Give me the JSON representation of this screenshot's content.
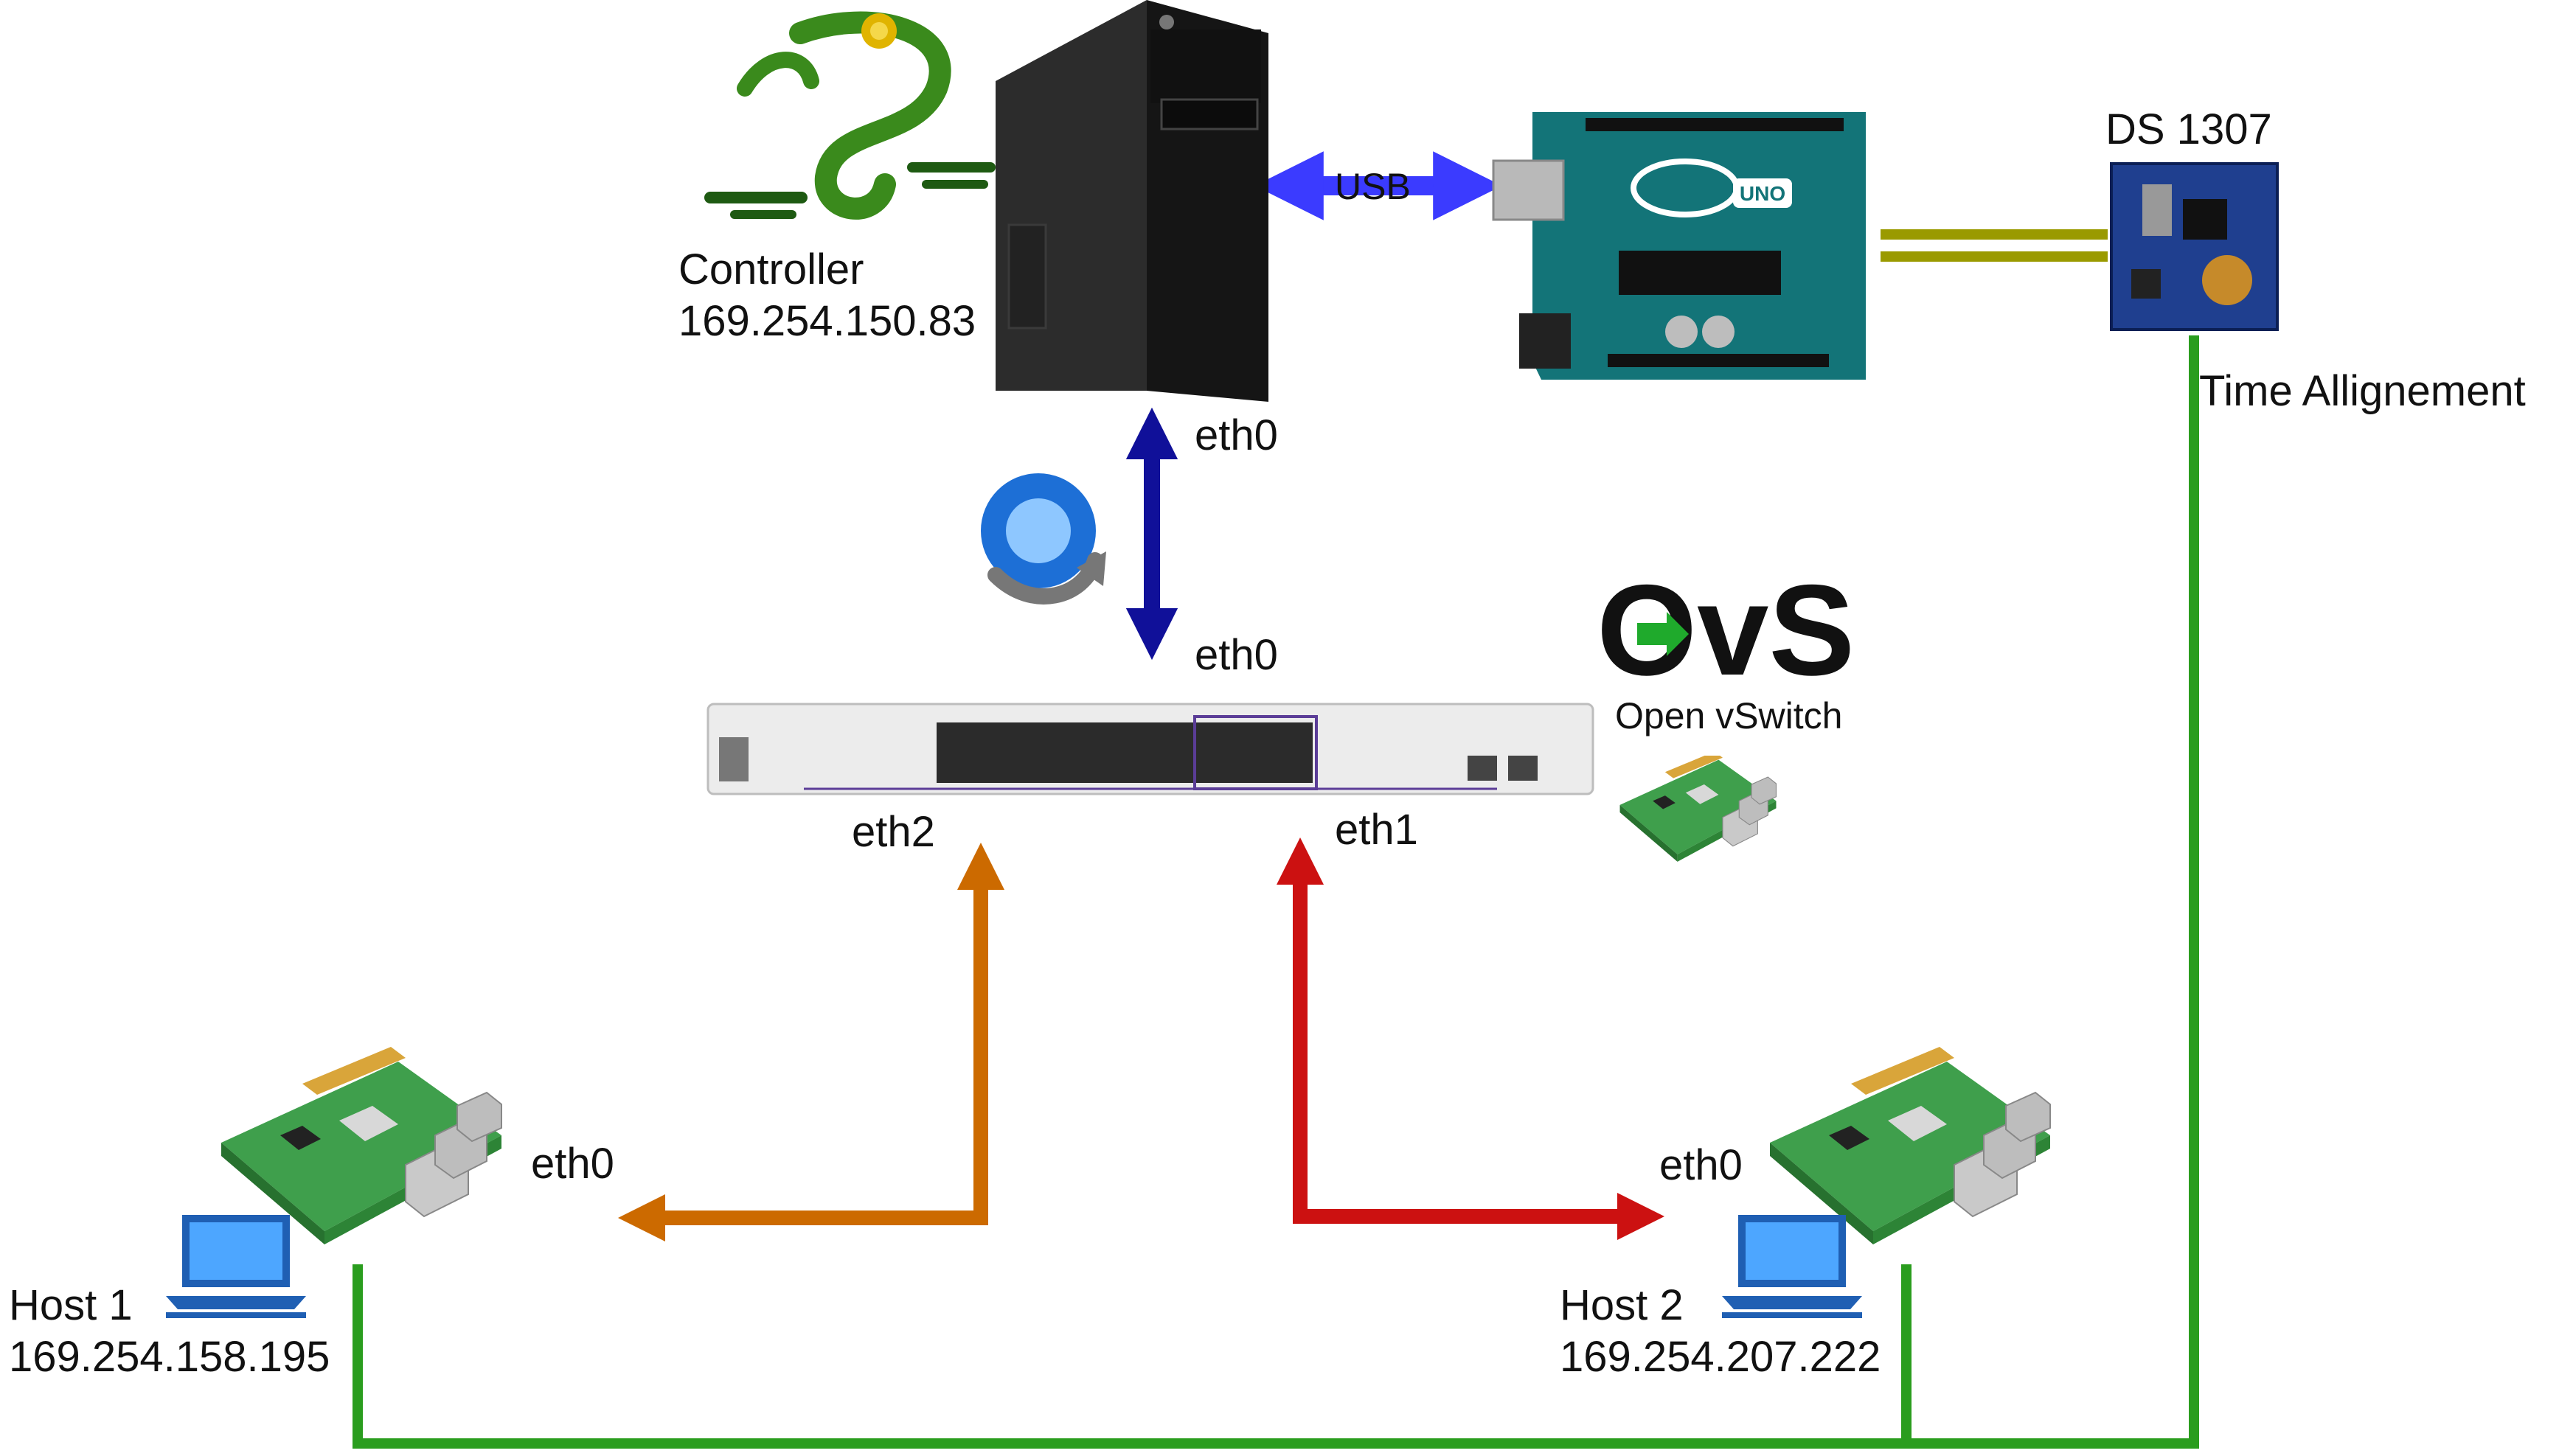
{
  "controller": {
    "name": "Controller",
    "ip": "169.254.150.83",
    "port": "eth0"
  },
  "usb_label": "USB",
  "rtc": {
    "name": "DS 1307",
    "note": "Time Allignement"
  },
  "arduino": {
    "logo_text": "UNO"
  },
  "switch": {
    "uplink_port": "eth0",
    "port_left": "eth2",
    "port_right": "eth1"
  },
  "ovs": {
    "logo_text": "OvS",
    "caption": "Open vSwitch"
  },
  "host1": {
    "name": "Host 1",
    "ip": "169.254.158.195",
    "port": "eth0"
  },
  "host2": {
    "name": "Host 2",
    "ip": "169.254.207.222",
    "port": "eth0"
  },
  "colors": {
    "controller_link": "#101099",
    "usb_link": "#3b3bff",
    "host1_link": "#cc6a00",
    "host2_link": "#cc1111",
    "time_sync_wire": "#2a9d1e",
    "i2c_wire": "#9a9a00"
  }
}
